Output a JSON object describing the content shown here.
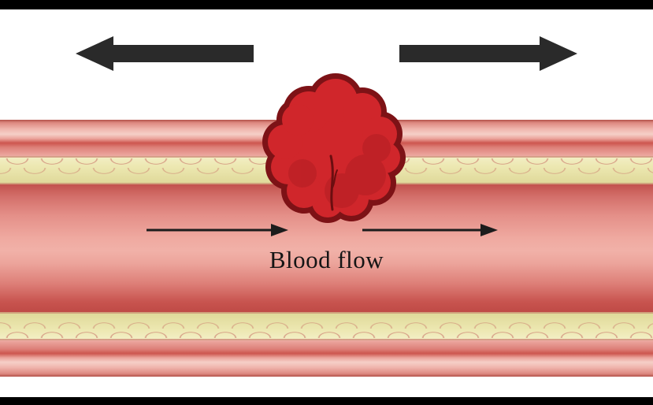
{
  "labels": {
    "blood_flow": "Blood flow"
  },
  "icons": {
    "top_left_arrow": "thick-arrow-pointing-left",
    "top_right_arrow": "thick-arrow-pointing-right",
    "flow_arrow_left": "thin-arrow-pointing-right",
    "flow_arrow_right": "thin-arrow-pointing-right",
    "clot": "irregular-blood-clot-blob-with-crack"
  },
  "colors": {
    "background": "#ffffff",
    "frame-black": "#000000",
    "arrow-dark": "#2a2a2a",
    "flow-arrow": "#1c1c1c",
    "label-ink": "#151515",
    "clot-red": "#d0262b",
    "clot-outline": "#7d1216",
    "clot-shadow": "#a61b1f",
    "crack-dark": "#6b0e10",
    "lamina-cream": "#ebe6b0"
  }
}
